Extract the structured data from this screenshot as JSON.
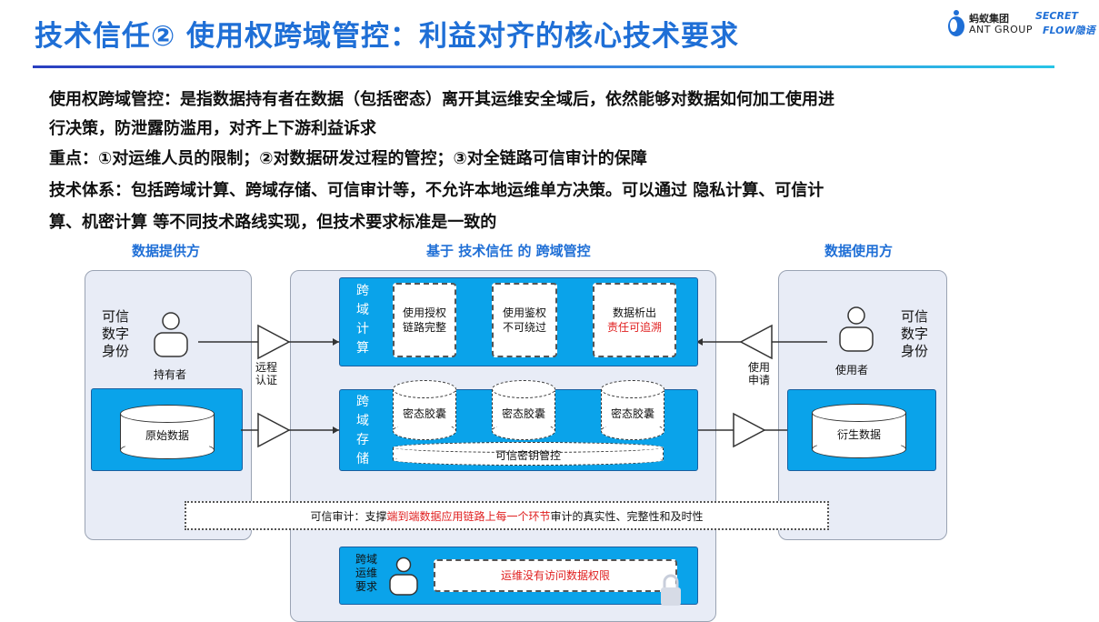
{
  "header": {
    "title": "技术信任② 使用权跨域管控：利益对齐的核心技术要求",
    "logo_cn": "蚂蚁集团",
    "logo_en": "ANT GROUP",
    "logo_sf1": "SECRET",
    "logo_sf2": "FLOW隐语"
  },
  "body": {
    "line1": "使用权跨域管控：是指数据持有者在数据（包括密态）离开其运维安全域后，依然能够对数据如何加工使用进",
    "line2": "行决策，防泄露防滥用，对齐上下游利益诉求",
    "line3": "重点：①对运维人员的限制；②对数据研发过程的管控；③对全链路可信审计的保障",
    "line4": "技术体系：包括跨域计算、跨域存储、可信审计等，不允许本地运维单方决策。可以通过 隐私计算、可信计",
    "line5": "算、机密计算 等不同技术路线实现，但技术要求标准是一致的"
  },
  "diagram": {
    "provider_title": "数据提供方",
    "center_title": "基于 技术信任 的 跨域管控",
    "user_title": "数据使用方",
    "left_identity": [
      "可信",
      "数字",
      "身份"
    ],
    "holder_label": "持有者",
    "raw_data": "原始数据",
    "remote_auth": [
      "远程",
      "认证"
    ],
    "compute_label": [
      "跨",
      "域",
      "计",
      "算"
    ],
    "compute_boxes": [
      {
        "l1": "使用授权",
        "l2": "链路完整",
        "red": false
      },
      {
        "l1": "使用鉴权",
        "l2": "不可绕过",
        "red": false
      },
      {
        "l1": "数据析出",
        "l2": "责任可追溯",
        "red": true
      }
    ],
    "storage_label": [
      "跨",
      "域",
      "存",
      "储"
    ],
    "capsules": [
      "密态胶囊",
      "密态胶囊",
      "密态胶囊"
    ],
    "key_mgmt": "可信密钥管控",
    "use_apply": [
      "使用",
      "申请"
    ],
    "right_identity": [
      "可信",
      "数字",
      "身份"
    ],
    "user_label": "使用者",
    "derived_data": "衍生数据",
    "audit_prefix": "可信审计：支撑",
    "audit_red": "端到端数据应用链路上每一个环节",
    "audit_suffix": "审计的真实性、完整性和及时性",
    "ops_label": [
      "跨域",
      "运维",
      "要求"
    ],
    "ops_note": "运维没有访问数据权限"
  },
  "colors": {
    "title_blue": "#1f6fd6",
    "box_blue": "#0aa3ea",
    "panel_bg": "#e8ecf6",
    "red": "#e02020"
  }
}
